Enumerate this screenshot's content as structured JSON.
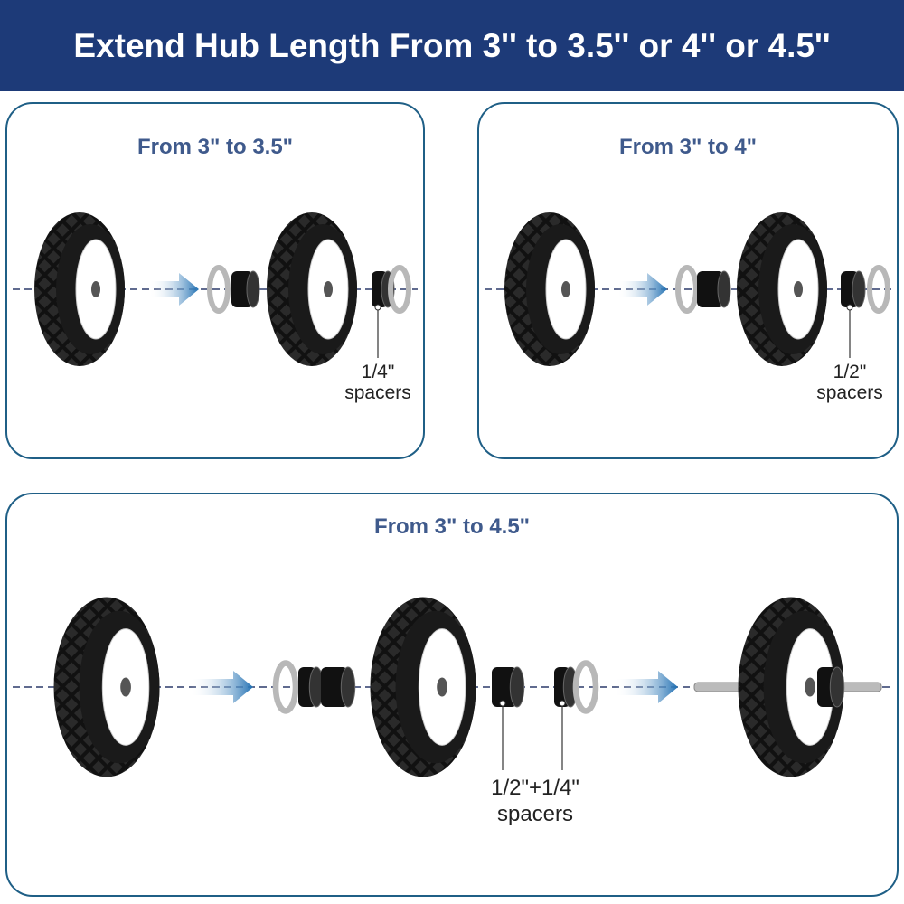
{
  "header": {
    "title": "Extend Hub Length From 3'' to 3.5'' or 4'' or 4.5''"
  },
  "panels": [
    {
      "title": "From 3\" to 3.5\"",
      "label_size": "1/4\"",
      "label_word": "spacers"
    },
    {
      "title": "From 3\" to 4\"",
      "label_size": "1/2\"",
      "label_word": "spacers"
    },
    {
      "title": "From 3\" to 4.5\"",
      "label_size": "1/2\"+1/4\"",
      "label_word": "spacers"
    }
  ],
  "colors": {
    "header": "#1d3a78",
    "border": "#1f5f86",
    "title": "#3f5a8c",
    "arrow": "#1f6fb2"
  }
}
